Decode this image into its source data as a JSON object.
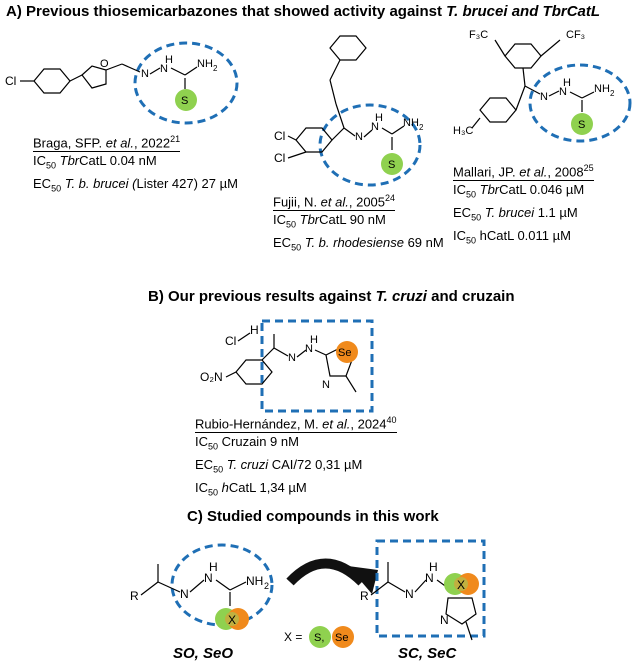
{
  "sections": {
    "a": {
      "prefix": "A) Previous thiosemicarbazones that showed activity against ",
      "italic": "T. brucei and TbrCatL"
    },
    "b": {
      "prefix": "B) Our previous results against ",
      "italic1": "T. cruzi",
      "middle": " and cruzain"
    },
    "c": {
      "title": "C) Studied compounds in this work"
    }
  },
  "atoms": {
    "cl": "Cl",
    "cl2": "Cl",
    "n": "N",
    "nh": "H",
    "nh2": "NH",
    "s": "S",
    "se": "Se",
    "cf3": "F₃C",
    "cf3b": "CF₃",
    "h3c": "H₃C",
    "o2n": "O₂N",
    "hcl_h": "H",
    "r": "R",
    "x": "X",
    "x_eq": "X =",
    "x_s": "S,",
    "x_se": "Se"
  },
  "refs": {
    "braga": {
      "cite": "Braga, SFP. ",
      "etal": "et al.",
      "year": ", 2022",
      "sup": "21",
      "l1": [
        "IC",
        "50",
        " ",
        "Tbr",
        "CatL 0.04 nM"
      ],
      "l2": [
        "EC",
        "50",
        " ",
        "T. b. brucei (",
        "Lister 427) 27 µM"
      ]
    },
    "fujii": {
      "cite": "Fujii, N. ",
      "etal": "et al.",
      "year": ", 2005",
      "sup": "24",
      "l1": [
        "IC",
        "50",
        " ",
        "Tbr",
        "CatL 90 nM"
      ],
      "l2": [
        "EC",
        "50",
        " ",
        "T. b. rhodesiense",
        " 69 nM"
      ]
    },
    "mallari": {
      "cite": "Mallari, JP. ",
      "etal": "et al.",
      "year": ", 2008",
      "sup": "25",
      "l1": [
        "IC",
        "50",
        " ",
        "Tbr",
        "CatL 0.046 µM"
      ],
      "l2": [
        "EC",
        "50",
        " ",
        "T. brucei",
        " 1.1 µM"
      ],
      "l3": [
        "IC",
        "50",
        " hCatL 0.011 µM"
      ]
    },
    "rubio": {
      "cite": "Rubio-Hernández,  M. ",
      "etal": "et al.",
      "year": ", 2024",
      "sup": "40",
      "l1": [
        "IC",
        "50",
        " Cruzain 9 nM"
      ],
      "l2": [
        "EC",
        "50",
        " ",
        "T. cruzi",
        " CAI/72 0,31 µM"
      ],
      "l3": [
        "IC",
        "50",
        " ",
        "h",
        "CatL 1,34 µM"
      ]
    }
  },
  "compounds": {
    "so_seo": "SO, SeO",
    "sc_sec": "SC, SeC"
  },
  "colors": {
    "dash_blue": "#1f6fb5",
    "green": "#8fd14f",
    "orange": "#f08a1c",
    "arrow": "#111111"
  }
}
